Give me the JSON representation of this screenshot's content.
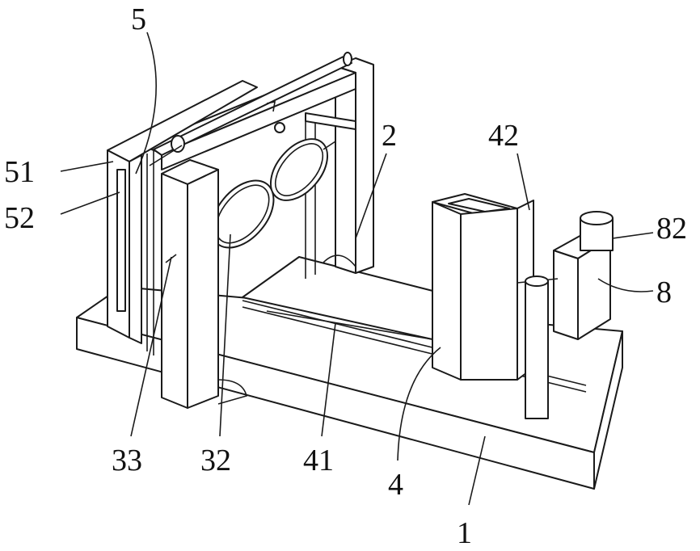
{
  "figure": {
    "labels": {
      "l5": "5",
      "l51": "51",
      "l52": "52",
      "l2": "2",
      "l42": "42",
      "l82": "82",
      "l8": "8",
      "l33": "33",
      "l32": "32",
      "l41": "41",
      "l4": "4",
      "l1": "1"
    }
  }
}
